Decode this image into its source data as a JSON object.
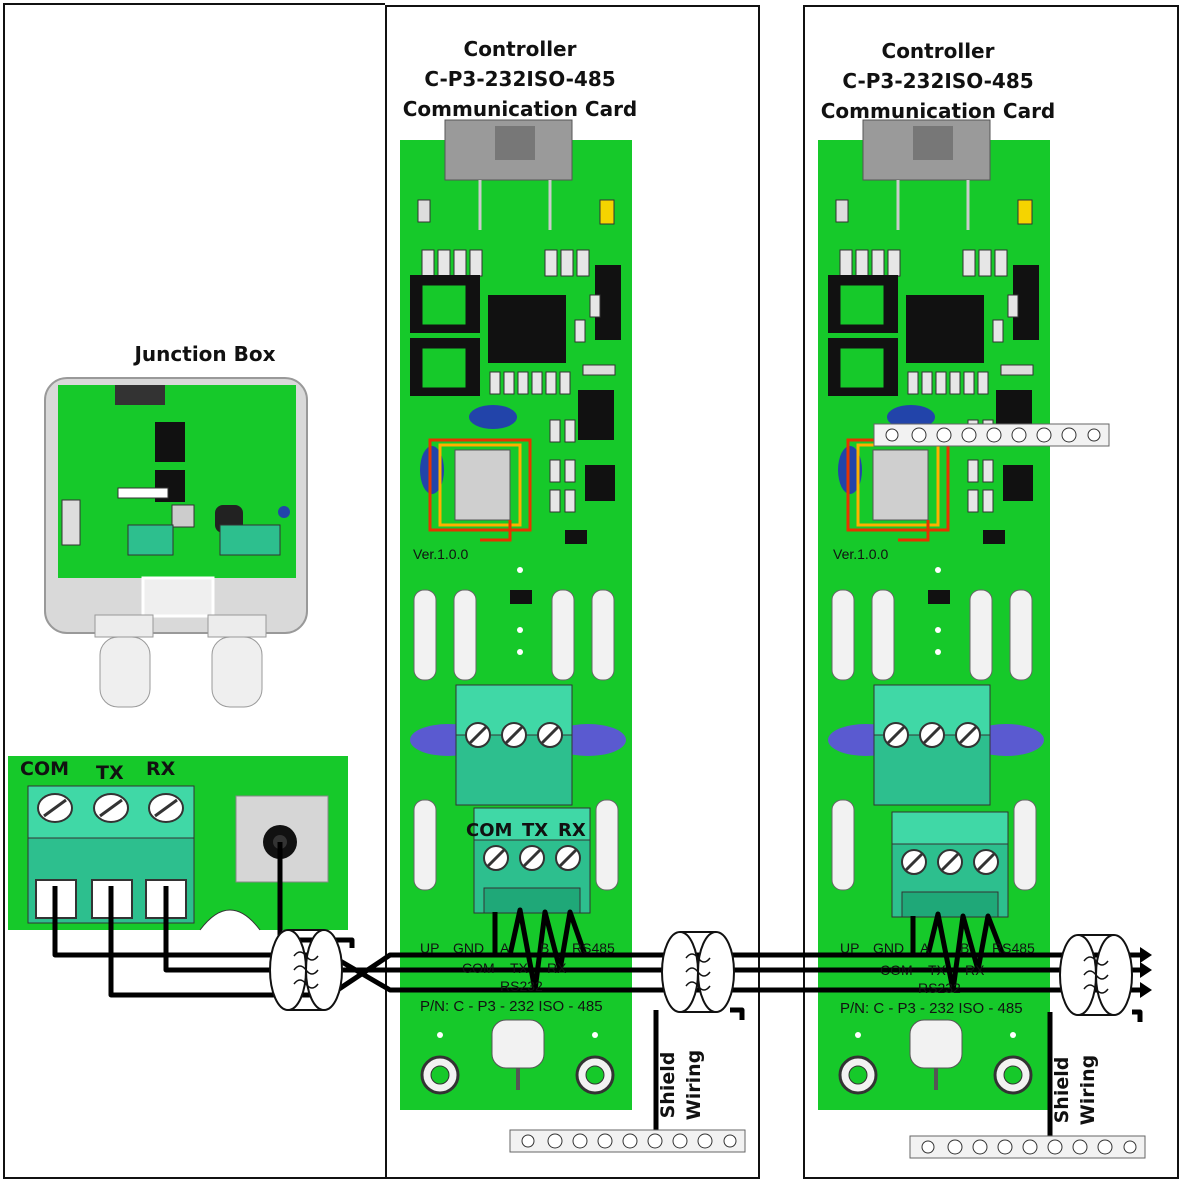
{
  "junction_box": {
    "title": "Junction Box",
    "terminals": [
      "COM",
      "TX",
      "RX"
    ]
  },
  "controllers": [
    {
      "title_line1": "Controller",
      "title_line2": "C-P3-232ISO-485",
      "title_line3": "Communication Card",
      "version": "Ver.1.0.0",
      "terminals": [
        "COM",
        "TX",
        "RX"
      ],
      "silk_top": [
        "UP",
        "GND",
        "A",
        "B",
        "RS485"
      ],
      "silk_mid": [
        "COM",
        "TX",
        "RX"
      ],
      "silk_rs232": "RS232",
      "part_number": "P/N: C - P3 - 232 ISO - 485",
      "shield_label_1": "Shield",
      "shield_label_2": "Wiring"
    },
    {
      "title_line1": "Controller",
      "title_line2": "C-P3-232ISO-485",
      "title_line3": "Communication Card",
      "version": "Ver.1.0.0",
      "silk_top": [
        "UP",
        "GND",
        "A",
        "B",
        "RS485"
      ],
      "silk_mid": [
        "COM",
        "TX",
        "RX"
      ],
      "silk_rs232": "RS232",
      "part_number": "P/N: C - P3 - 232 ISO - 485",
      "shield_label_1": "Shield",
      "shield_label_2": "Wiring"
    }
  ],
  "colors": {
    "pcb_green": "#16c92a",
    "terminal_teal": "#2dbf8e",
    "enclosure_gray": "#d9d9d9",
    "wire": "#000000"
  }
}
